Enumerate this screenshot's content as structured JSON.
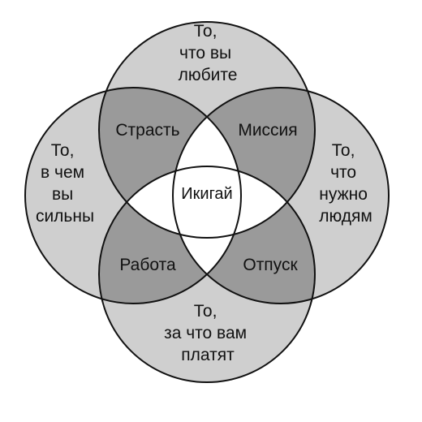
{
  "colors": {
    "single": "#cfcfcf",
    "double": "#9a9a9a",
    "center": "#ffffff",
    "stroke": "#111111"
  },
  "circles": {
    "top": {
      "lines": [
        "То,",
        "что вы",
        "любите"
      ]
    },
    "left": {
      "lines": [
        "То,",
        "в чем",
        "вы",
        "сильны"
      ]
    },
    "right": {
      "lines": [
        "То,",
        "что",
        "нужно",
        "людям"
      ]
    },
    "bottom": {
      "lines": [
        "То,",
        "за что вам",
        "платят"
      ]
    }
  },
  "overlaps": {
    "passion": "Страсть",
    "mission": "Миссия",
    "profession": "Работа",
    "vocation": "Отпуск"
  },
  "center": {
    "label": "Икигай"
  }
}
